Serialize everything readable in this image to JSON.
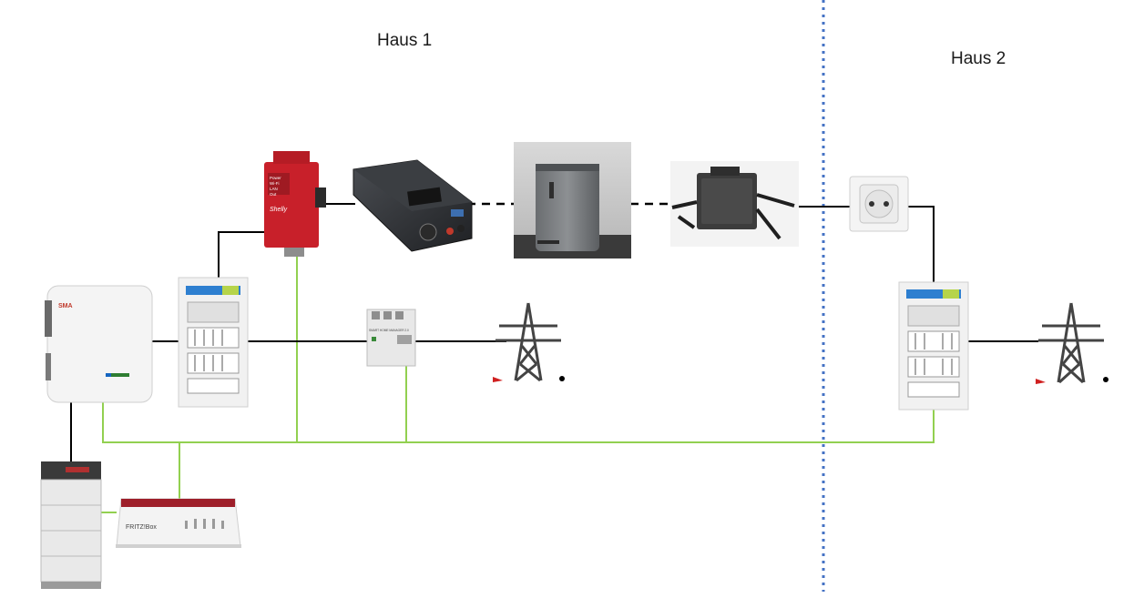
{
  "labels": {
    "house1": "Haus 1",
    "house2": "Haus 2"
  },
  "devices": {
    "relay_brand": "Shelly",
    "relay_leds": [
      "Power",
      "Wi-Fi",
      "LAN",
      "Out"
    ],
    "inverter_brand": "SMA",
    "router_brand": "FRITZ!Box",
    "energy_meter_label": "SMART HOME MANAGER 2.0"
  },
  "colors": {
    "lan_line": "#92d050",
    "power_line": "#000000",
    "separator": "#4472c4",
    "relay_red": "#c8202a"
  }
}
